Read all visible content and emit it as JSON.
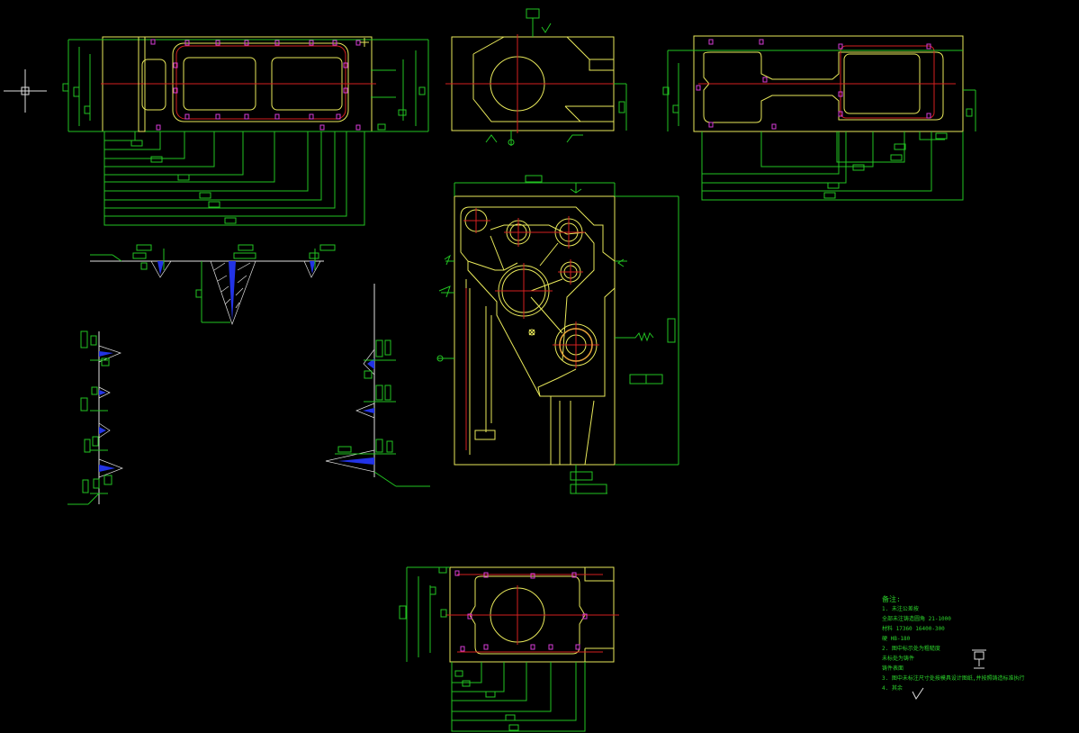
{
  "colors": {
    "background": "#000000",
    "outline": "#e8e85a",
    "dimension": "#22c322",
    "center_line": "#d42020",
    "hole_mark": "#d63cd6",
    "section_fill": "#2233e6"
  },
  "icons": [
    "crosshair-cursor-icon",
    "surface-roughness-icon",
    "datum-box-icon"
  ],
  "notes": {
    "title": "备注:",
    "lines": [
      "1. 未注公差按",
      "   全部未注铸造圆角   21-1000",
      "   材料     17360    16400-300",
      "   硬         HB-180",
      "2. 图中标示处为粗糙度",
      "   未标处为铸件",
      "   铸件表面",
      "3. 图中未标注尺寸处按模具设计图纸,并按照铸造标准执行",
      "4. 其余"
    ]
  }
}
